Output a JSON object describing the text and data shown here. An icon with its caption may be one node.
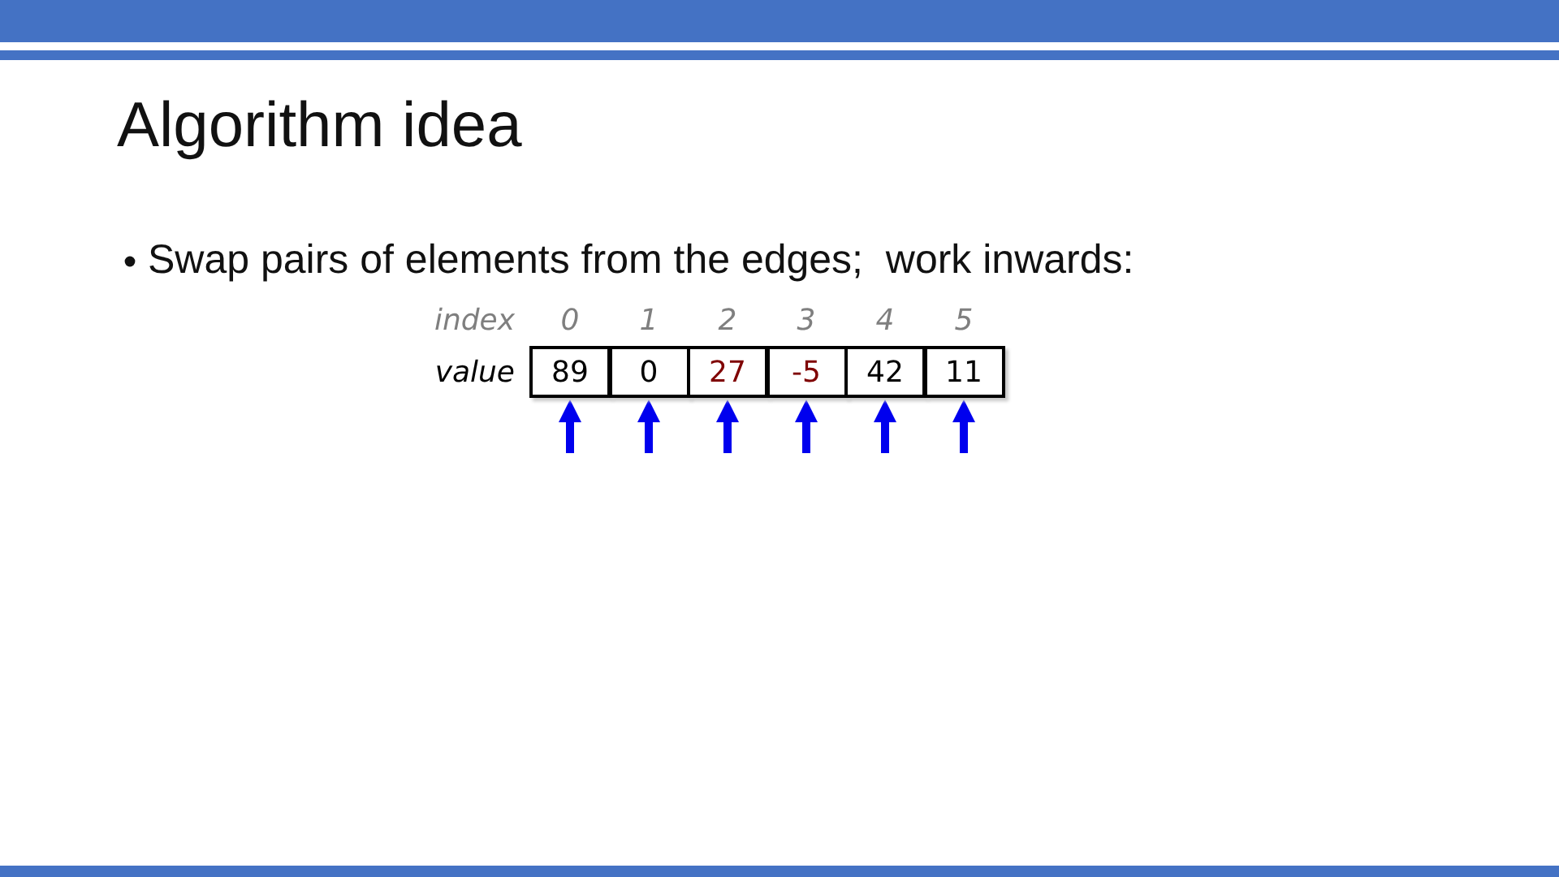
{
  "diagram": {
    "title": "Algorithm idea",
    "nodes": [
      {
        "text": [
          "89"
        ]
      },
      {
        "text": [
          "0"
        ]
      },
      {
        "text": [
          "27"
        ]
      },
      {
        "text": [
          "-5"
        ]
      },
      {
        "text": [
          "42"
        ]
      },
      {
        "text": [
          "11"
        ]
      }
    ],
    "edges": [
      {
        "from": null,
        "to": 0,
        "arrow": "to"
      },
      {
        "from": null,
        "to": 1,
        "arrow": "to"
      },
      {
        "from": null,
        "to": 2,
        "arrow": "to"
      },
      {
        "from": null,
        "to": 3,
        "arrow": "to"
      },
      {
        "from": null,
        "to": 4,
        "arrow": "to"
      },
      {
        "from": null,
        "to": 5,
        "arrow": "to"
      }
    ],
    "labels": [
      "Swap pairs of elements from the edges;  work inwards:",
      "index",
      "0",
      "1",
      "2",
      "3",
      "4",
      "5",
      "value"
    ]
  }
}
